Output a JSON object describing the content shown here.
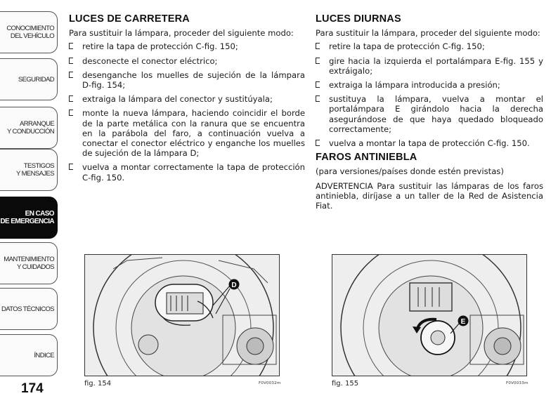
{
  "sidebar": {
    "tabs": [
      {
        "label": "CONOCIMIENTO\nDEL VEHÍCULO",
        "active": false
      },
      {
        "label": "SEGURIDAD",
        "active": false
      },
      {
        "label": "ARRANQUE\nY CONDUCCIÓN",
        "active": false
      },
      {
        "label": "TESTIGOS\nY MENSAJES",
        "active": false
      },
      {
        "label": "EN CASO\nDE EMERGENCIA",
        "active": true
      },
      {
        "label": "MANTENIMIENTO\nY CUIDADOS",
        "active": false
      },
      {
        "label": "DATOS TÉCNICOS",
        "active": false
      },
      {
        "label": "ÍNDICE",
        "active": false
      }
    ]
  },
  "page_number": "174",
  "left": {
    "title": "LUCES DE CARRETERA",
    "intro": "Para sustituir la lámpara, proceder del siguiente modo:",
    "steps": [
      "retire la tapa de protección C-fig. 150;",
      "desconecte el conector eléctrico;",
      "desenganche los muelles de sujeción de la lámpara D-fig. 154;",
      "extraiga la lámpara del conector y sustitúyala;",
      "monte la nueva lámpara, haciendo coincidir el borde de la parte metálica con la ranura que se encuentra en la parábola del faro, a continuación vuelva a conectar el conector eléctrico y enganche los muelles de sujeción de la lámpara D;",
      "vuelva a montar correctamente la tapa de protección C-fig. 150."
    ]
  },
  "right": {
    "title": "LUCES DIURNAS",
    "intro": "Para sustituir la lámpara, proceder del siguiente modo:",
    "steps": [
      "retire la tapa de protección C-fig. 150;",
      "gire hacia la izquierda el portalámpara E-fig. 155 y extráigalo;",
      "extraiga la lámpara introducida a presión;",
      "sustituya la lámpara, vuelva a montar el portalámpara E girándolo hacia la derecha asegurándose de que haya quedado bloqueado correctamente;",
      "vuelva a montar la tapa de protección C-fig. 150."
    ],
    "title2": "FAROS ANTINIEBLA",
    "subtitle2": "(para versiones/países donde estén previstas)",
    "advert": "ADVERTENCIA Para sustituir las lámparas de los faros antiniebla, diríjase a un taller de la Red de Asistencia Fiat."
  },
  "figures": [
    {
      "caption": "fig. 154",
      "code": "F0V0032m",
      "callout": "D"
    },
    {
      "caption": "fig. 155",
      "code": "F0V0033m",
      "callout": "E"
    }
  ]
}
